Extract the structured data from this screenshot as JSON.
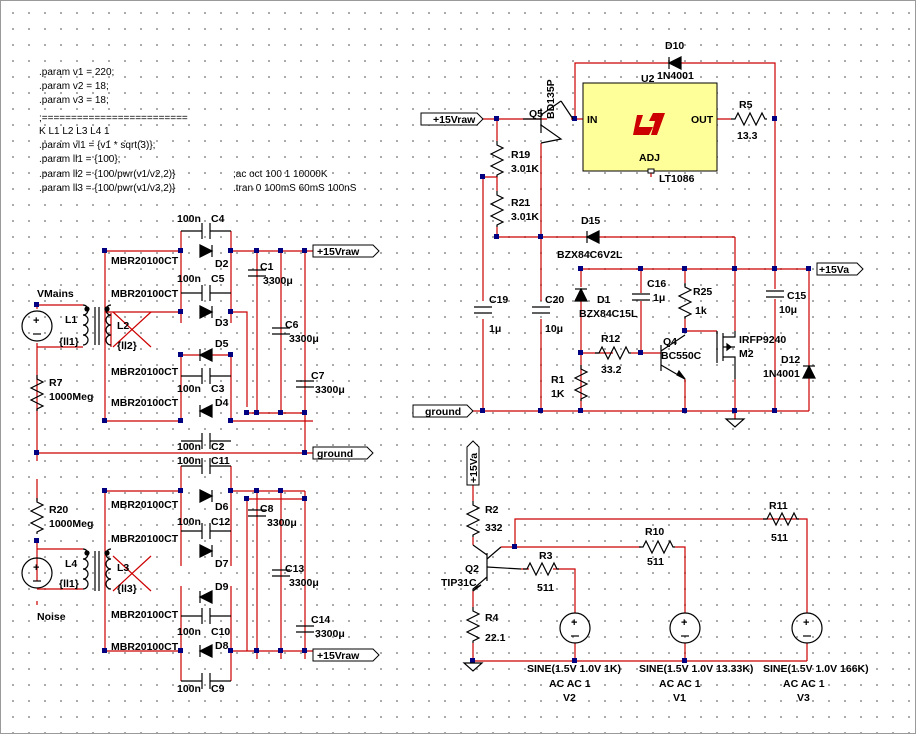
{
  "directives": [
    ".param v1 = 220;",
    ".param v2 = 18;",
    ".param v3 = 18;",
    ";=========================",
    "K L1 L2 L3 L4 1",
    ".param vl1 = {v1 * sqrt(3)};",
    ".param ll1 = {100};",
    ".param ll2 = {100/pwr(v1/v2,2)}",
    ".param ll3 = {100/pwr(v1/v3,2)}",
    ";ac oct 100 1 10000K",
    ".tran 0 100mS 60mS 100nS"
  ],
  "nets": {
    "v15raw": "+15Vraw",
    "ground": "ground",
    "v15a": "+15Va"
  },
  "parts": {
    "C4": "C4",
    "C5": "C5",
    "C3": "C3",
    "C2": "C2",
    "C11": "C11",
    "C12": "C12",
    "C10": "C10",
    "C9": "C9",
    "cap100n": "100n",
    "D2": "D2",
    "D3": "D3",
    "D5": "D5",
    "D4": "D4",
    "D6": "D6",
    "D7": "D7",
    "D9": "D9",
    "D8": "D8",
    "mbr": "MBR20100CT",
    "C1": "C1",
    "C1v": "3300μ",
    "C6": "C6",
    "C6v": "3300μ",
    "C7": "C7",
    "C7v": "3300μ",
    "C8": "C8",
    "C8v": "3300μ",
    "C13": "C13",
    "C13v": "3300μ",
    "C14": "C14",
    "C14v": "3300μ",
    "vmains": "VMains",
    "noise": "Noise",
    "L1": "L1",
    "L2": "L2",
    "L3": "L3",
    "L4": "L4",
    "ll1a": "{ll1}",
    "ll2": "{ll2}",
    "ll1b": "{ll1}",
    "ll3": "{ll3}",
    "R7": "R7",
    "R7v": "1000Meg",
    "R20": "R20",
    "R20v": "1000Meg",
    "Q5": "Q5",
    "Q5m": "BD135P",
    "U2": "U2",
    "U2m": "LT1086",
    "in": "IN",
    "out": "OUT",
    "adj": "ADJ",
    "D10": "D10",
    "D10m": "1N4001",
    "R5": "R5",
    "R5v": "13.3",
    "R19": "R19",
    "R19v": "3.01K",
    "R21": "R21",
    "R21v": "3.01K",
    "D15": "D15",
    "D15m": "BZX84C6V2L",
    "C19": "C19",
    "C19v": "1μ",
    "C20": "C20",
    "C20v": "10μ",
    "D1": "D1",
    "D1m": "BZX84C15L",
    "C16": "C16",
    "C16v": "1μ",
    "R25": "R25",
    "R25v": "1k",
    "R12": "R12",
    "R12v": "33.2",
    "Q4": "Q4",
    "Q4m": "BC550C",
    "M2": "M2",
    "M2m": "IRFP9240",
    "R1": "R1",
    "R1v": "1K",
    "C15": "C15",
    "C15v": "10μ",
    "D12": "D12",
    "D12m": "1N4001",
    "R2": "R2",
    "R2v": "332",
    "Q2": "Q2",
    "Q2m": "TIP31C",
    "R3": "R3",
    "R3v": "511",
    "R4": "R4",
    "R4v": "22.1",
    "R10": "R10",
    "R10v": "511",
    "R11": "R11",
    "R11v": "511",
    "V2": "V2",
    "V2s": "SINE(1.5V 1.0V 1K)",
    "V1": "V1",
    "V1s": "SINE(1.5V 1.0V 13.33K)",
    "V3": "V3",
    "V3s": "SINE(1.5V 1.0V 166K)",
    "acac": "AC AC 1"
  },
  "colors": {
    "wire": "#cc0000",
    "junction": "#000080",
    "ic_body": "#ffff99",
    "logo": "#cc0000"
  }
}
